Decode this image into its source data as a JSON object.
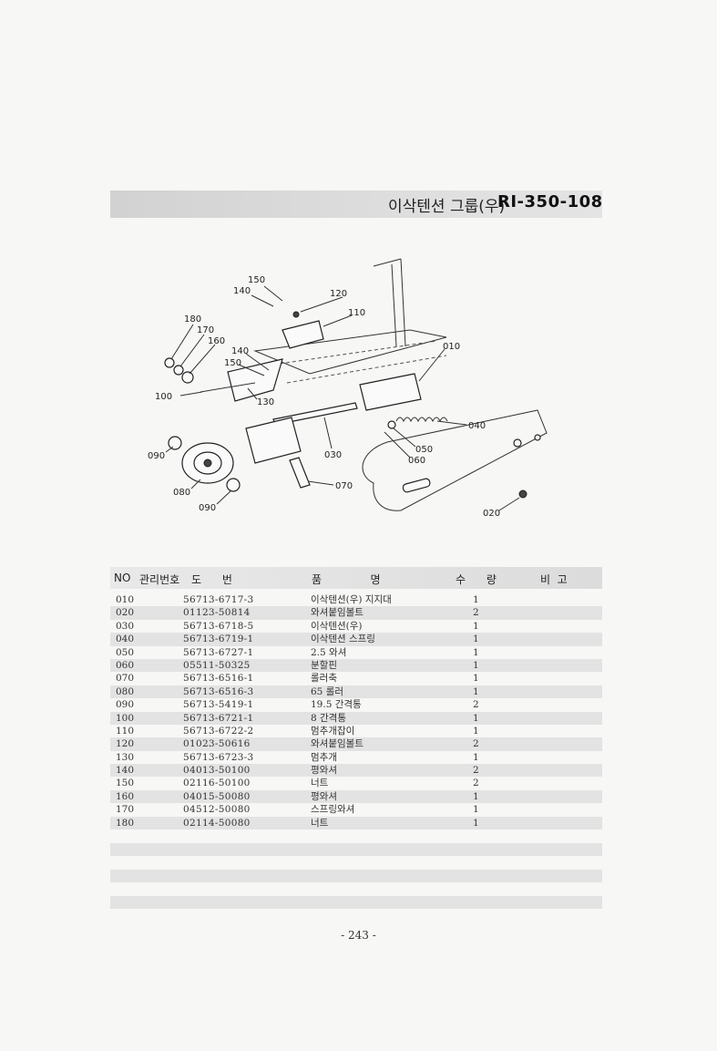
{
  "header": {
    "title": "이삭텐션 그룹(우)",
    "code": "RI-350-108"
  },
  "diagram": {
    "callouts": [
      "150",
      "140",
      "120",
      "110",
      "180",
      "170",
      "160",
      "140",
      "150",
      "010",
      "100",
      "130",
      "040",
      "050",
      "060",
      "090",
      "030",
      "080",
      "070",
      "090",
      "020"
    ]
  },
  "table": {
    "columns": {
      "no": "NO",
      "mgmt": "관리번호",
      "drawing": "도      번",
      "name": "품              명",
      "qty": "수      량",
      "remark": "비  고"
    },
    "rows": [
      {
        "no": "010",
        "code": "56713-6717-3",
        "name": "이삭텐션(우) 지지대",
        "qty": "1"
      },
      {
        "no": "020",
        "code": "01123-50814",
        "name": "와셔붙임볼트",
        "qty": "2"
      },
      {
        "no": "030",
        "code": "56713-6718-5",
        "name": "이삭텐션(우)",
        "qty": "1"
      },
      {
        "no": "040",
        "code": "56713-6719-1",
        "name": "이삭텐션 스프링",
        "qty": "1"
      },
      {
        "no": "050",
        "code": "56713-6727-1",
        "name": "2.5 와셔",
        "qty": "1"
      },
      {
        "no": "060",
        "code": "05511-50325",
        "name": "분할핀",
        "qty": "1"
      },
      {
        "no": "070",
        "code": "56713-6516-1",
        "name": "롤러축",
        "qty": "1"
      },
      {
        "no": "080",
        "code": "56713-6516-3",
        "name": "65 롤러",
        "qty": "1"
      },
      {
        "no": "090",
        "code": "56713-5419-1",
        "name": "19.5 간격통",
        "qty": "2"
      },
      {
        "no": "100",
        "code": "56713-6721-1",
        "name": "8 간격통",
        "qty": "1"
      },
      {
        "no": "110",
        "code": "56713-6722-2",
        "name": "멈추개잡이",
        "qty": "1"
      },
      {
        "no": "120",
        "code": "01023-50616",
        "name": "와셔붙임볼트",
        "qty": "2"
      },
      {
        "no": "130",
        "code": "56713-6723-3",
        "name": "멈추개",
        "qty": "1"
      },
      {
        "no": "140",
        "code": "04013-50100",
        "name": "평와셔",
        "qty": "2"
      },
      {
        "no": "150",
        "code": "02116-50100",
        "name": "너트",
        "qty": "2"
      },
      {
        "no": "160",
        "code": "04015-50080",
        "name": "평와셔",
        "qty": "1"
      },
      {
        "no": "170",
        "code": "04512-50080",
        "name": "스프링와셔",
        "qty": "1"
      },
      {
        "no": "180",
        "code": "02114-50080",
        "name": "너트",
        "qty": "1"
      }
    ]
  },
  "footer": {
    "page": "- 243 -"
  }
}
